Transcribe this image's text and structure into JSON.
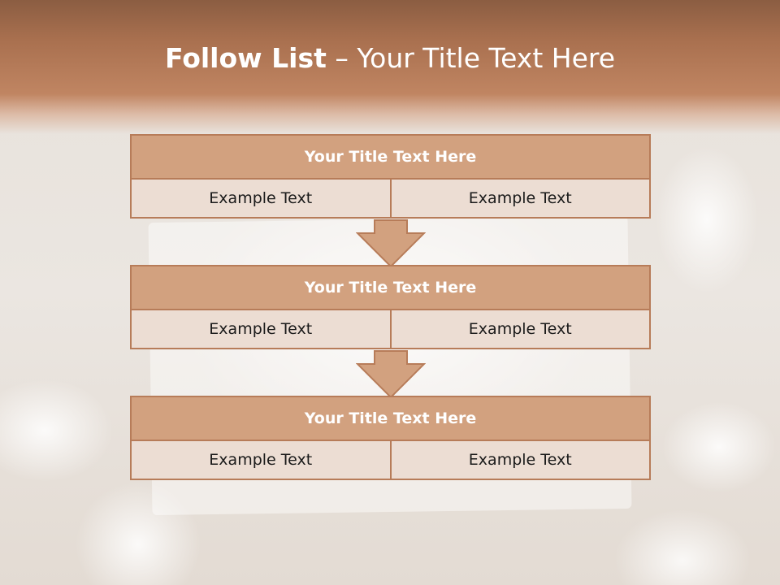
{
  "slide": {
    "title_bold": "Follow List",
    "title_rest": " – Your Title Text Here"
  },
  "blocks": [
    {
      "title": "Your Title Text Here",
      "left": "Example Text",
      "right": "Example Text"
    },
    {
      "title": "Your Title Text Here",
      "left": "Example Text",
      "right": "Example Text"
    },
    {
      "title": "Your Title Text Here",
      "left": "Example Text",
      "right": "Example Text"
    }
  ],
  "colors": {
    "header": "#b57a57",
    "block_title_fill": "#d2a17f",
    "block_cell_fill": "#ecddd3",
    "border": "#b77c59"
  }
}
